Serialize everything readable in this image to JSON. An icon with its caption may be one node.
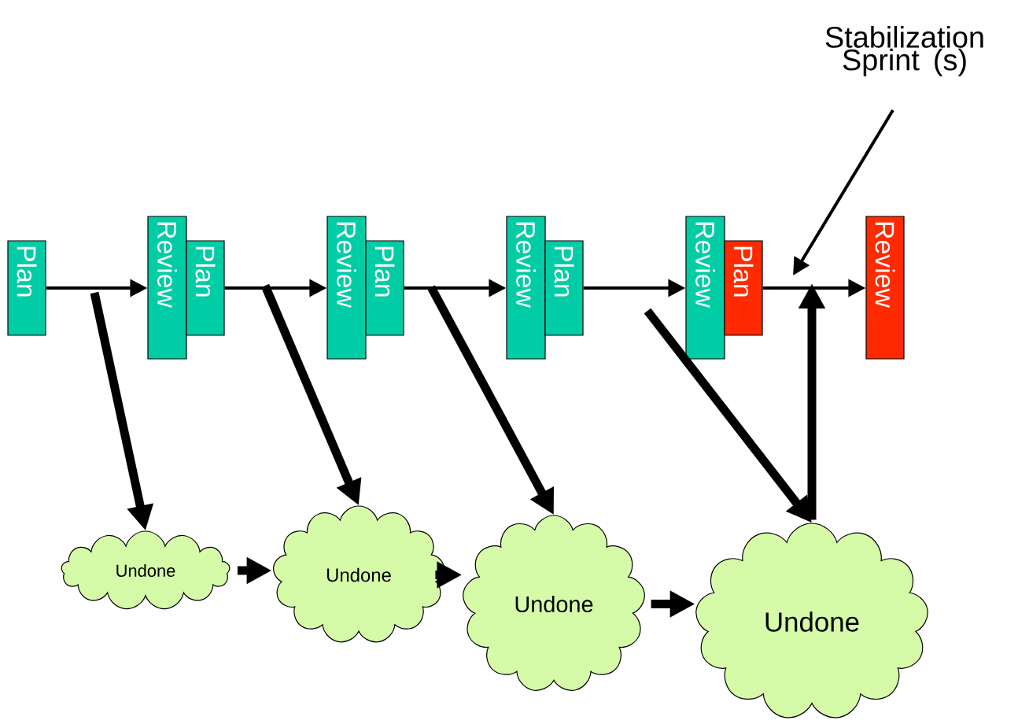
{
  "diagram": {
    "nodes": [
      {
        "text": [
          "Plan"
        ]
      },
      {
        "text": [
          "Review"
        ]
      },
      {
        "text": [
          "Plan"
        ]
      },
      {
        "text": [
          "Review"
        ]
      },
      {
        "text": [
          "Plan"
        ]
      },
      {
        "text": [
          "Review"
        ]
      },
      {
        "text": [
          "Plan"
        ]
      },
      {
        "text": [
          "Review"
        ]
      },
      {
        "text": [
          "Plan"
        ]
      },
      {
        "text": [
          "Review"
        ]
      },
      {
        "text": [
          "Stabilization Sprint (s)"
        ]
      },
      {
        "text": [
          "Undone"
        ]
      },
      {
        "text": [
          "Undone"
        ]
      },
      {
        "text": [
          "Undone"
        ]
      },
      {
        "text": [
          "Undone"
        ]
      }
    ],
    "edges": [
      {
        "from": 0,
        "to": 1,
        "arrow": "to"
      },
      {
        "from": 2,
        "to": 3,
        "arrow": "to"
      },
      {
        "from": 4,
        "to": 5,
        "arrow": "to"
      },
      {
        "from": 6,
        "to": 7,
        "arrow": "to"
      },
      {
        "from": 8,
        "to": 9,
        "arrow": "to"
      },
      {
        "from": 10,
        "to": null,
        "arrow": "to"
      },
      {
        "from": null,
        "to": 11,
        "arrow": "to"
      },
      {
        "from": null,
        "to": 12,
        "arrow": "to"
      },
      {
        "from": null,
        "to": 13,
        "arrow": "to"
      },
      {
        "from": null,
        "to": 14,
        "arrow": "to"
      },
      {
        "from": 11,
        "to": 12,
        "arrow": "to"
      },
      {
        "from": 12,
        "to": 13,
        "arrow": "to"
      },
      {
        "from": 13,
        "to": 14,
        "arrow": "to"
      },
      {
        "from": 14,
        "to": null,
        "arrow": "to"
      }
    ]
  }
}
